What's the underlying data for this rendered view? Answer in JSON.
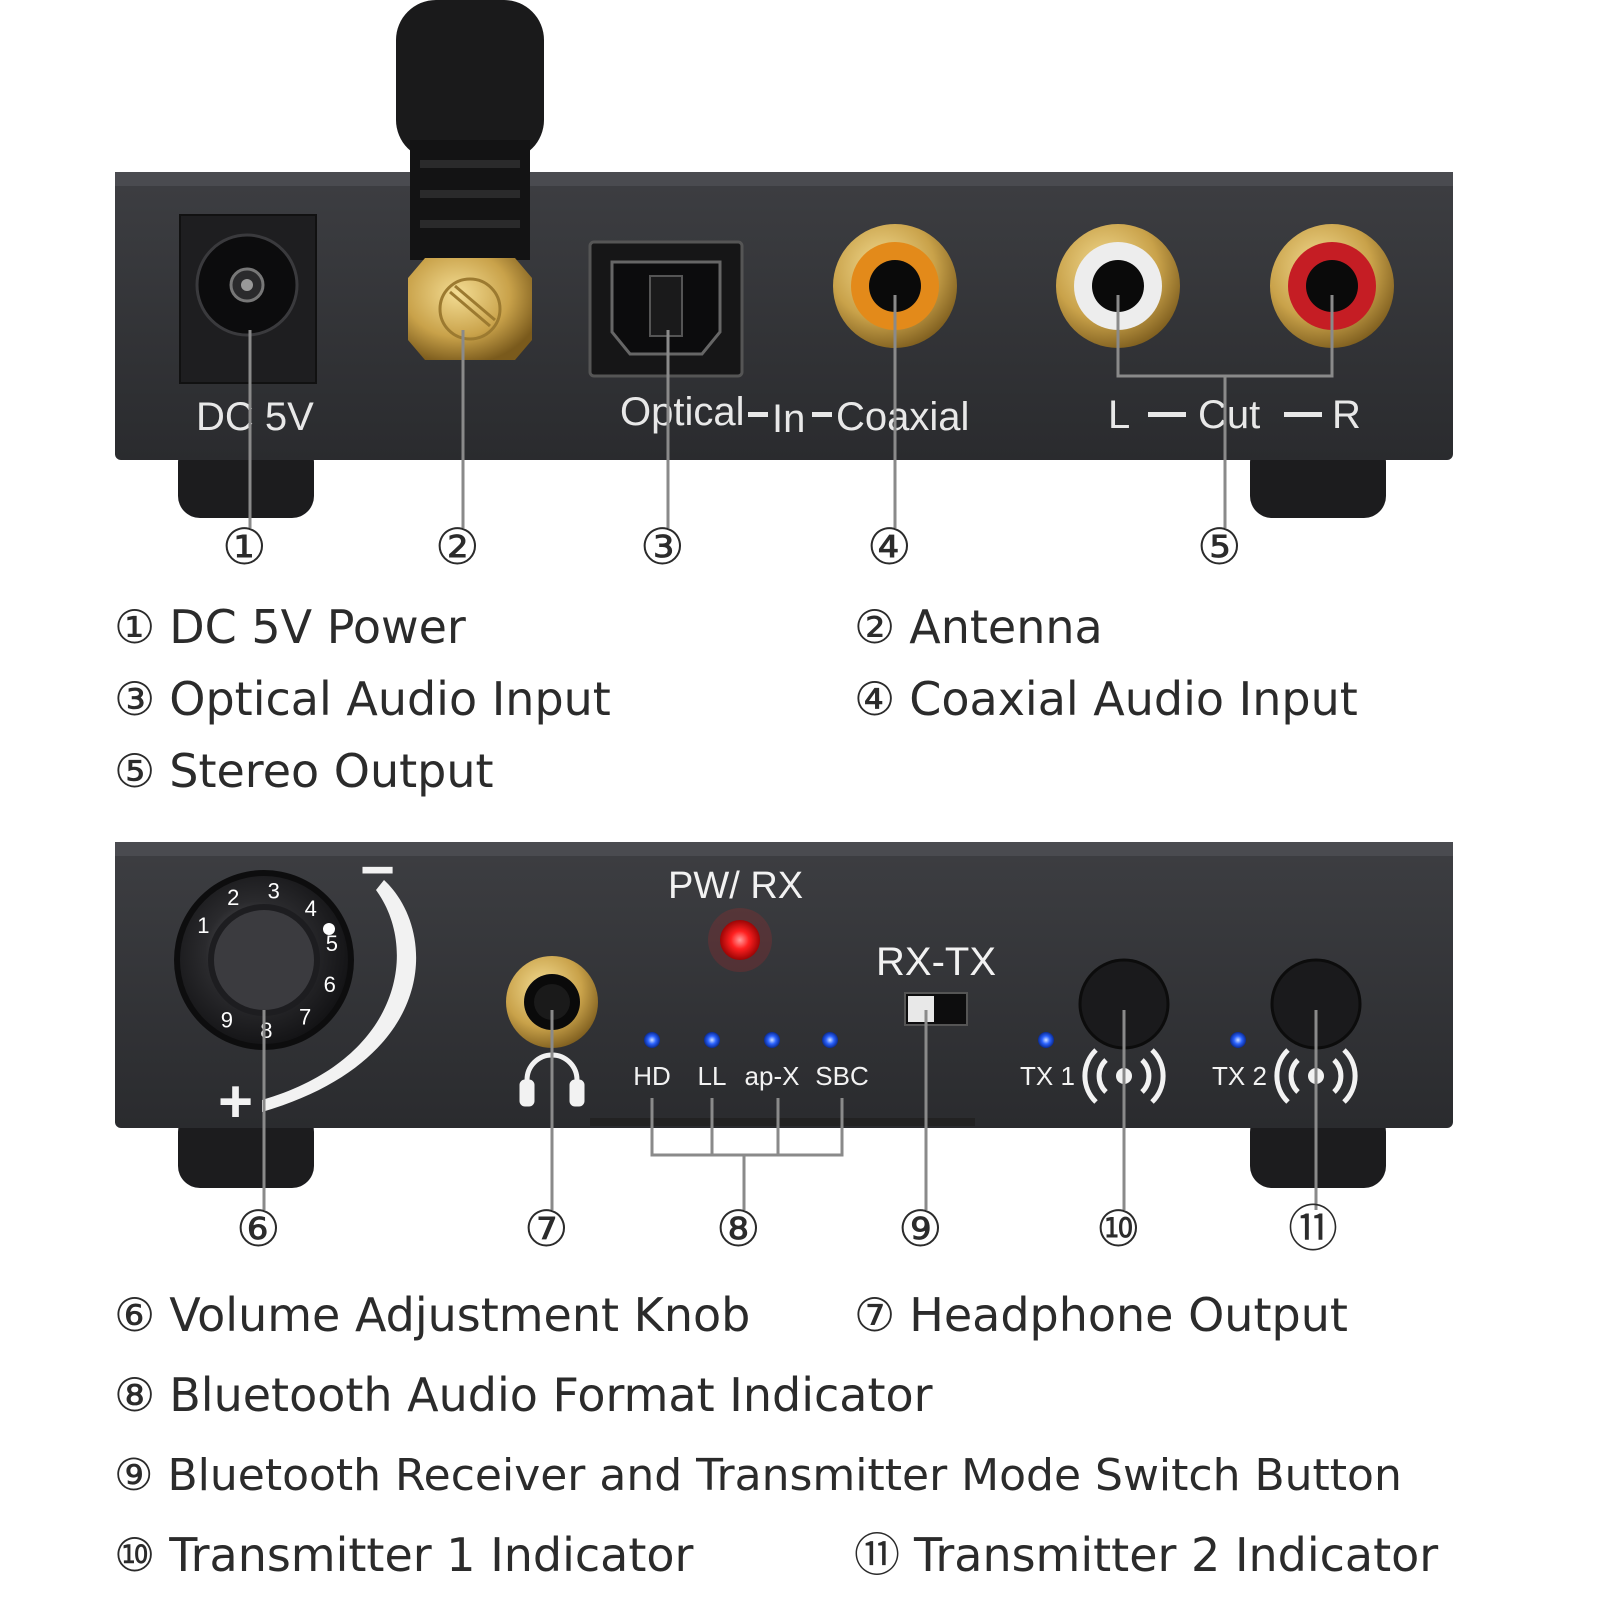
{
  "back_panel": {
    "dc_label": "DC 5V",
    "optical": "Optical",
    "in": "In",
    "coaxial": "Coaxial",
    "l": "L",
    "out": "Cut",
    "r": "R"
  },
  "front_panel": {
    "pw_rx": "PW/ RX",
    "rx_tx": "RX-TX",
    "knob_numbers": [
      "1",
      "2",
      "3",
      "4",
      "5",
      "6",
      "7",
      "8",
      "9"
    ],
    "minus": "−",
    "plus": "+",
    "format_leds": [
      "HD",
      "LL",
      "ap-X",
      "SBC"
    ],
    "tx1": "TX 1",
    "tx2": "TX 2"
  },
  "callouts": [
    "①",
    "②",
    "③",
    "④",
    "⑤",
    "⑥",
    "⑦",
    "⑧",
    "⑨",
    "⑩",
    "⑪"
  ],
  "legend": {
    "item1": {
      "num": "①",
      "text": "DC 5V Power"
    },
    "item2": {
      "num": "②",
      "text": "Antenna"
    },
    "item3": {
      "num": "③",
      "text": "Optical Audio Input"
    },
    "item4": {
      "num": "④",
      "text": "Coaxial Audio Input"
    },
    "item5": {
      "num": "⑤",
      "text": "Stereo Output"
    },
    "item6": {
      "num": "⑥",
      "text": "Volume Adjustment Knob"
    },
    "item7": {
      "num": "⑦",
      "text": "Headphone Output"
    },
    "item8": {
      "num": "⑧",
      "text": "Bluetooth Audio Format Indicator"
    },
    "item9": {
      "num": "⑨",
      "text": "Bluetooth Receiver and Transmitter Mode Switch Button"
    },
    "item10": {
      "num": "⑩",
      "text": "Transmitter 1 Indicator"
    },
    "item11": {
      "num": "⑪",
      "text": "Transmitter 2 Indicator"
    }
  },
  "colors": {
    "panel": "#333438",
    "gold": "#c9a24a",
    "coax_orange": "#e38a1a",
    "red_jack": "#c51d24",
    "led_red": "#ff2020",
    "led_blue": "#2b63ff",
    "leader": "#8a8a8a"
  }
}
